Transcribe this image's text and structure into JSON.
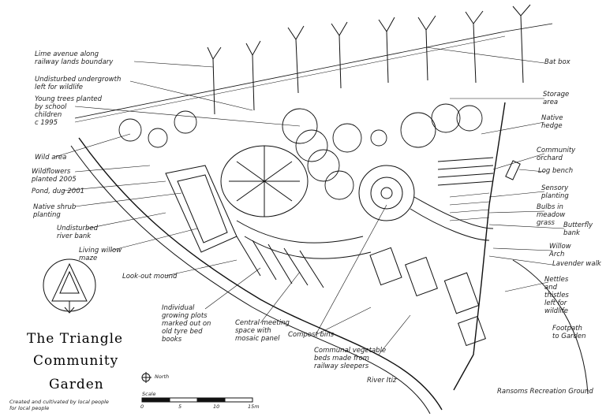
{
  "labels": {
    "lime_avenue": "Lime avenue along\nrailway lands boundary",
    "undisturbed_undergrowth": "Undisturbed undergrowth\nleft for wildlife",
    "young_trees": "Young trees planted\nby school\nchildren\nc 1995",
    "wild_area": "Wild area",
    "wildflowers": "Wildflowers\nplanted 2005",
    "pond": "Pond, dug 2001",
    "native_shrub": "Native shrub\nplanting",
    "undisturbed_river_bank": "Undisturbed\nriver bank",
    "living_willow_maze": "Living willow\nmaze",
    "look_out_mound": "Look-out mound",
    "individual_plots": "Individual\ngrowing plots\nmarked out on\nold tyre bed\nbooks",
    "central_meeting": "Central meeting\nspace with\nmosaic panel",
    "compost_bins": "Compost bins",
    "communal_beds": "Communal vegetable\nbeds made from\nrailway sleepers",
    "river_itiz": "River Itiz",
    "bat_box": "Bat box",
    "storage_area": "Storage\narea",
    "native_hedge": "Native\nhedge",
    "community_orchard": "Community\norchard",
    "log_bench": "Log bench",
    "sensory_planting": "Sensory\nplanting",
    "bulbs_meadow": "Bulbs in\nmeadow\ngrass",
    "butterfly_bank": "Butterfly\nbank",
    "willow_arch": "Willow\nArch",
    "lavender_walk": "Lavender walk",
    "nettles": "Nettles\nand\nthistles\nleft for\nwildlife",
    "footpath": "Footpath\nto Garden",
    "ransoms": "Ransoms Recreation Ground"
  },
  "title": {
    "line1": "The Triangle",
    "line2": "Community",
    "line3": "Garden",
    "subtitle": "Created and cultivated by local people\nfor local people"
  },
  "north": "North",
  "scale": {
    "label": "Scale",
    "ticks": [
      "0",
      "5",
      "10",
      "15m"
    ]
  }
}
